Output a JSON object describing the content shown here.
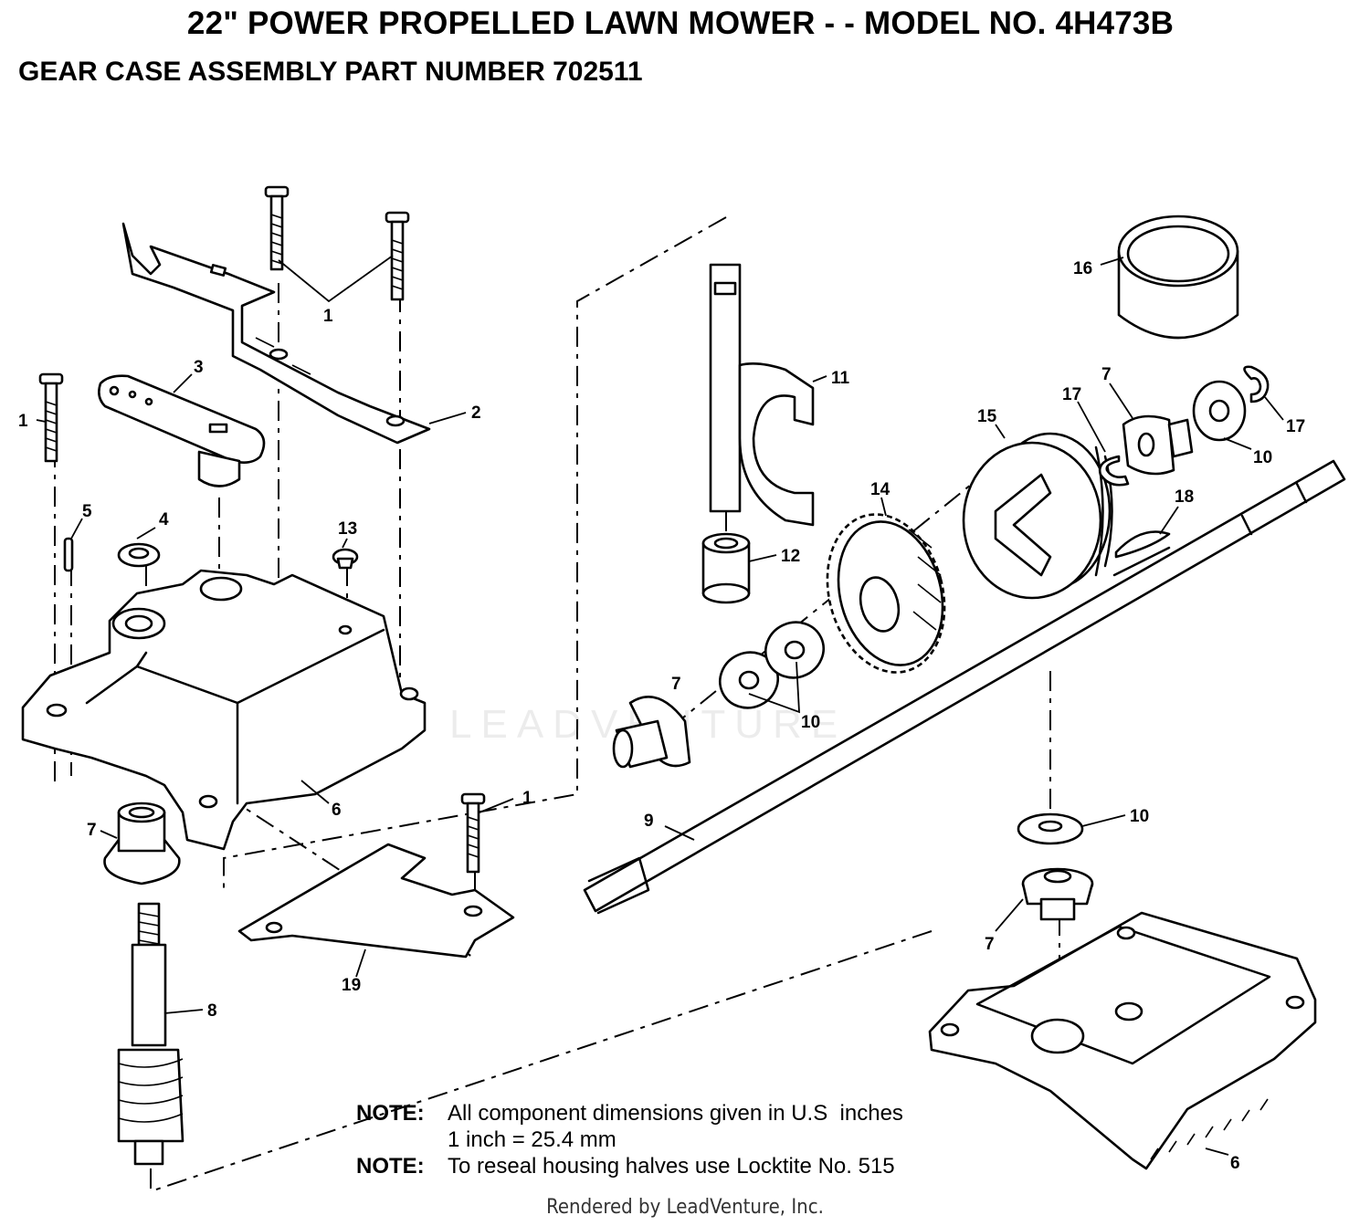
{
  "header": {
    "title": "22\" POWER PROPELLED LAWN MOWER - - MODEL NO. 4H473B",
    "subtitle": "GEAR CASE ASSEMBLY PART NUMBER 702511"
  },
  "callouts": {
    "c1a": "1",
    "c1b": "1",
    "c1c": "1",
    "c2": "2",
    "c3": "3",
    "c4": "4",
    "c5": "5",
    "c6a": "6",
    "c6b": "6",
    "c7a": "7",
    "c7b": "7",
    "c7c": "7",
    "c7d": "7",
    "c8": "8",
    "c9": "9",
    "c10a": "10",
    "c10b": "10",
    "c10c": "10",
    "c11": "11",
    "c12": "12",
    "c13": "13",
    "c14": "14",
    "c15": "15",
    "c16": "16",
    "c17a": "17",
    "c17b": "17",
    "c18": "18",
    "c19": "19"
  },
  "watermark": {
    "text": "LEADVENTURE"
  },
  "notes": {
    "label1": "NOTE:",
    "line1": "All component dimensions given in U.S  inches",
    "line2": "1 inch = 25.4 mm",
    "label2": "NOTE:",
    "line3": "To reseal housing halves use Locktite No. 515"
  },
  "footer": {
    "text": "Rendered by LeadVenture, Inc."
  }
}
